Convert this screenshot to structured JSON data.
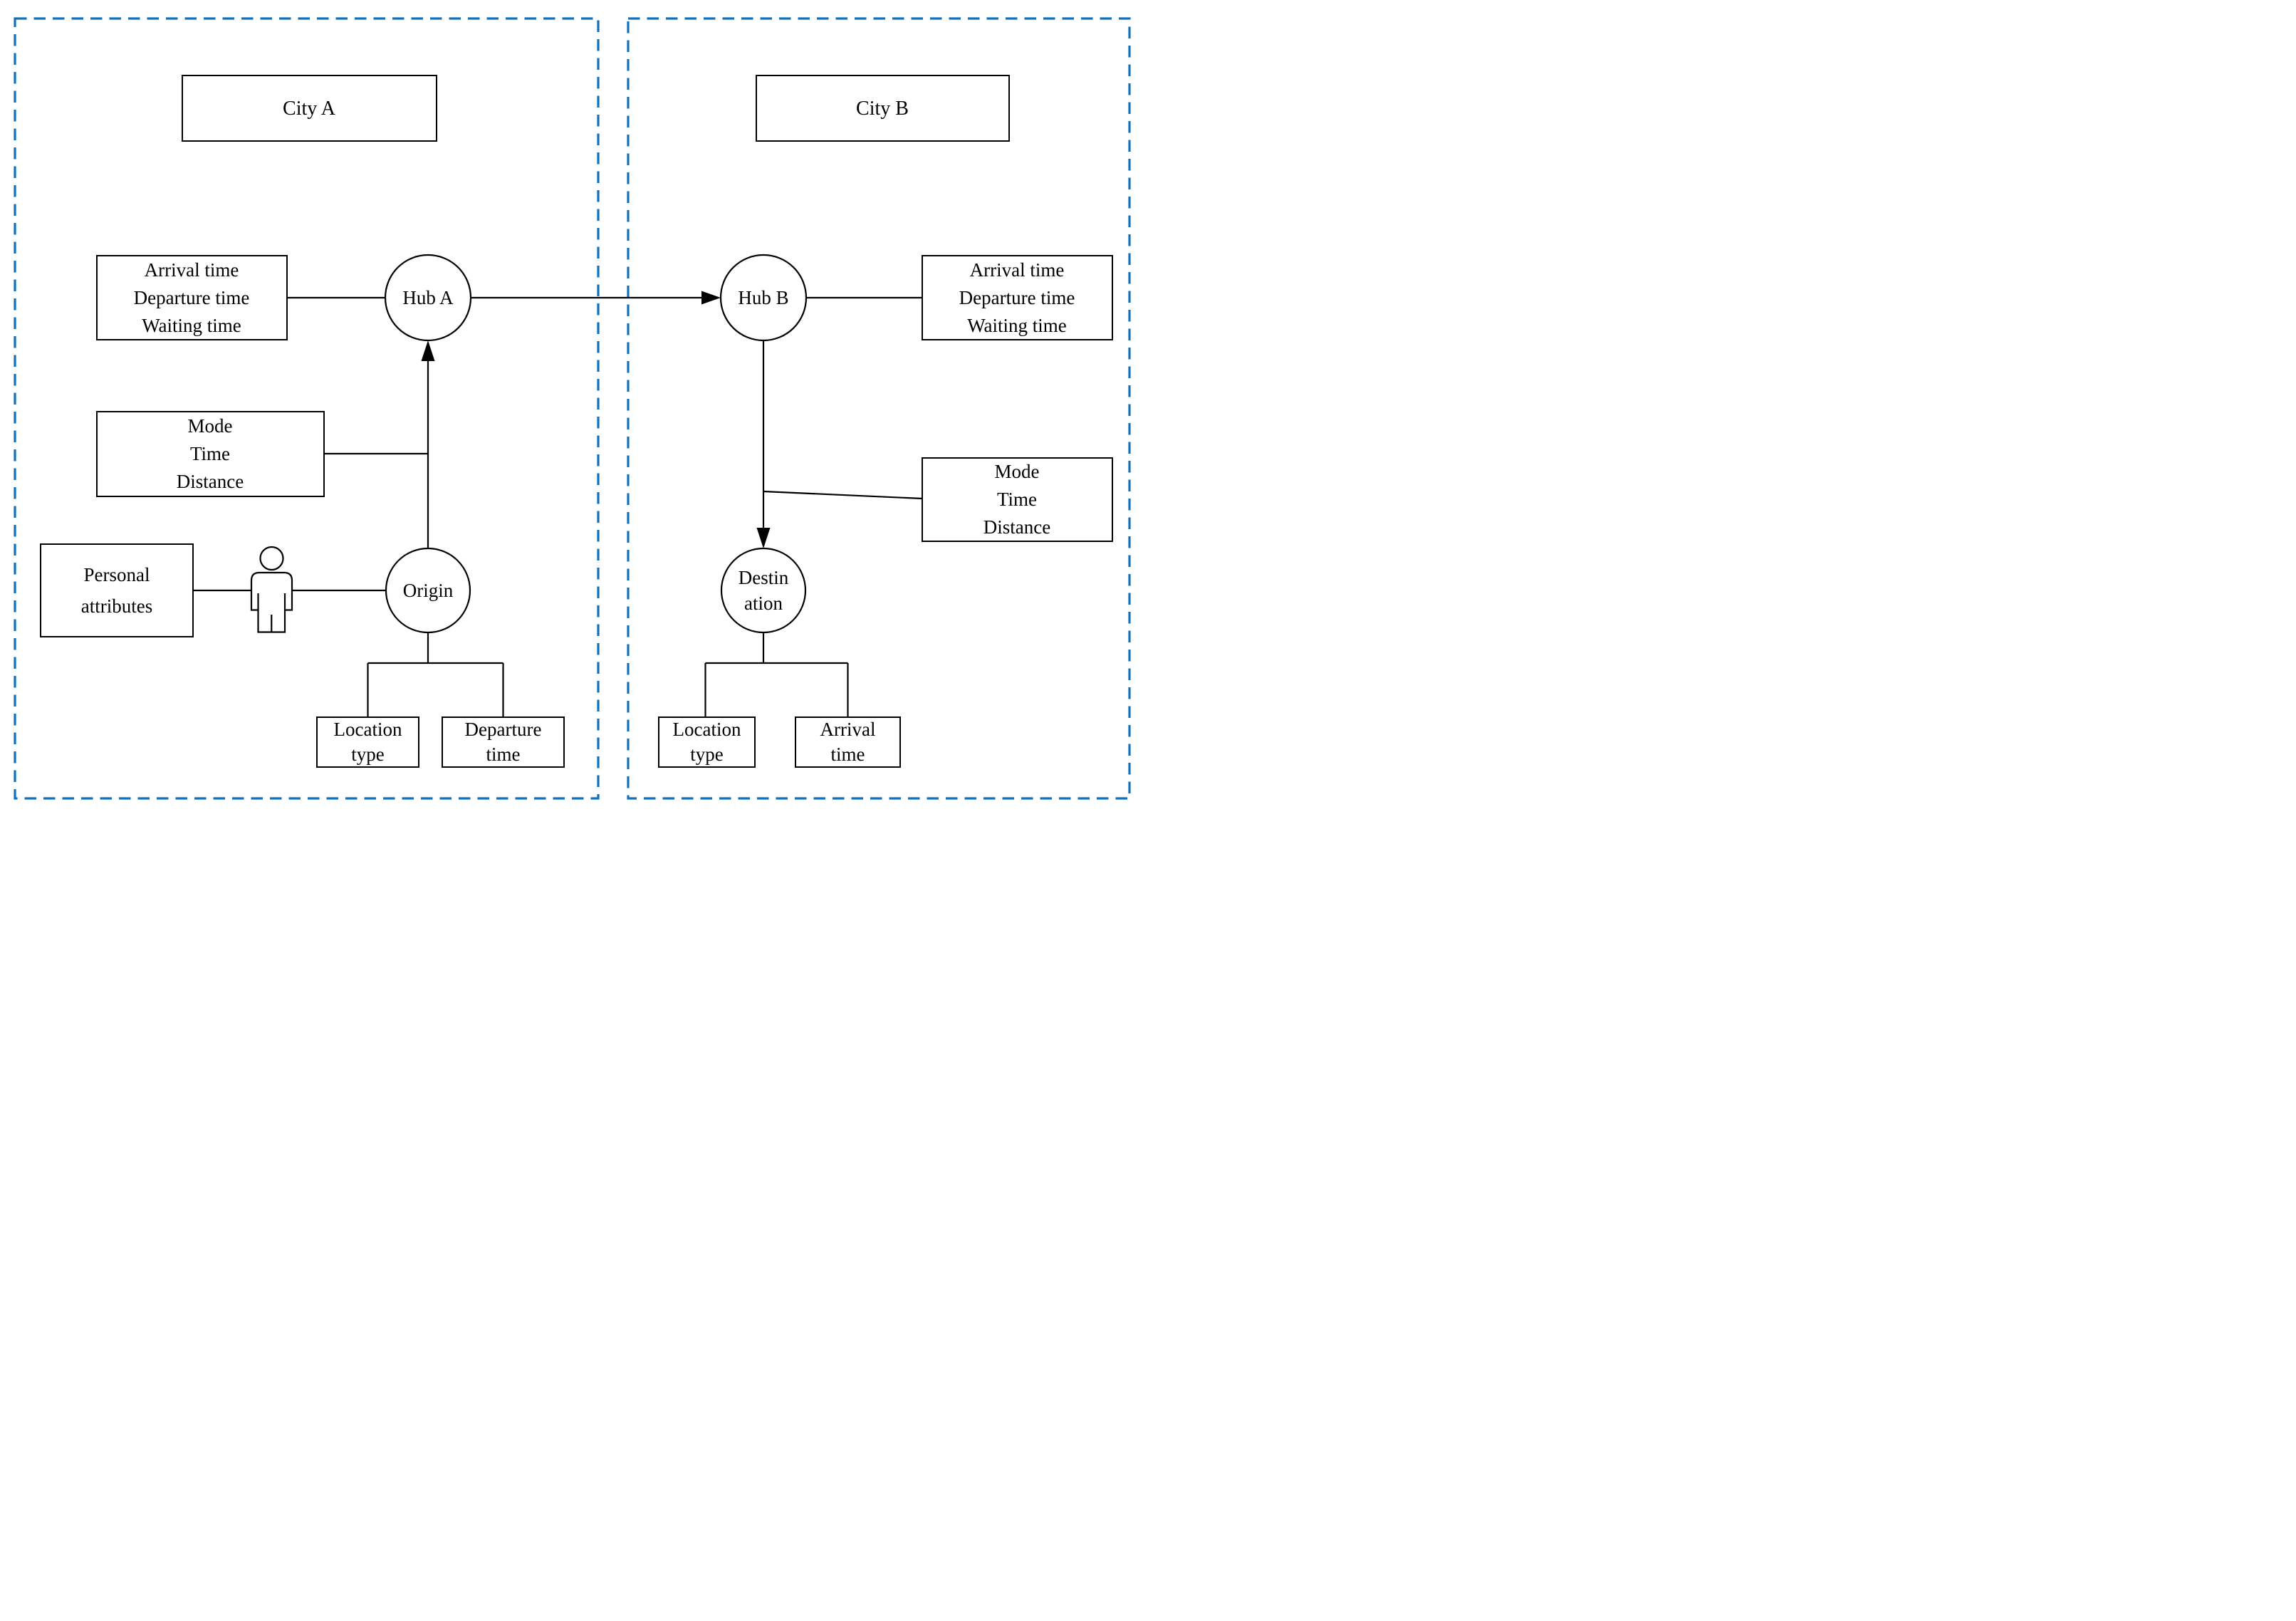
{
  "colors": {
    "region_border": "#0F70BD",
    "ink": "#000000",
    "background": "#ffffff"
  },
  "regions": {
    "city_a": {
      "label": "City A"
    },
    "city_b": {
      "label": "City B"
    }
  },
  "nodes": {
    "hub_a": {
      "label": "Hub A"
    },
    "hub_b": {
      "label": "Hub B"
    },
    "origin": {
      "label": "Origin"
    },
    "destination": {
      "line1": "Destin",
      "line2": "ation"
    }
  },
  "boxes": {
    "hub_a_attrs": {
      "line1": "Arrival time",
      "line2": "Departure time",
      "line3": "Waiting time"
    },
    "hub_b_attrs": {
      "line1": "Arrival time",
      "line2": "Departure time",
      "line3": "Waiting time"
    },
    "trip_a_attrs": {
      "line1": "Mode",
      "line2": "Time",
      "line3": "Distance"
    },
    "trip_b_attrs": {
      "line1": "Mode",
      "line2": "Time",
      "line3": "Distance"
    },
    "personal": {
      "line1": "Personal",
      "line2": "attributes"
    },
    "origin_location": {
      "line1": "Location",
      "line2": "type"
    },
    "origin_departure": {
      "line1": "Departure",
      "line2": "time"
    },
    "dest_location": {
      "line1": "Location",
      "line2": "type"
    },
    "dest_arrival": {
      "line1": "Arrival",
      "line2": "time"
    }
  }
}
